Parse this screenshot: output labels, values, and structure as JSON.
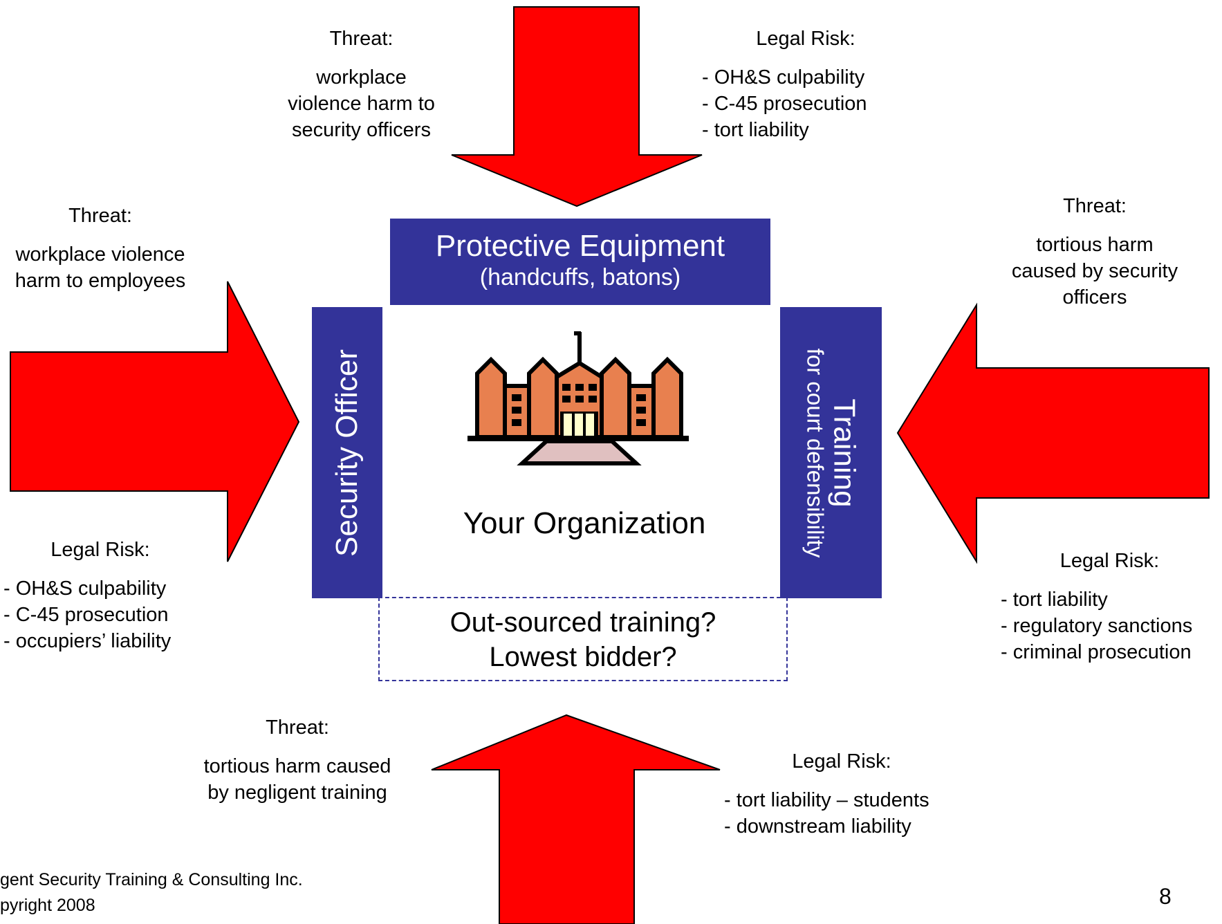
{
  "top": {
    "threat_heading": "Threat:",
    "threat_lines": [
      "workplace",
      "violence harm to",
      "security officers"
    ],
    "risk_heading": "Legal Risk:",
    "risk_lines": [
      "- OH&S culpability",
      "- C-45 prosecution",
      "- tort liability"
    ]
  },
  "left": {
    "threat_heading": "Threat:",
    "threat_lines": [
      "workplace violence",
      "harm to employees"
    ],
    "risk_heading": "Legal Risk:",
    "risk_lines": [
      "- OH&S culpability",
      "- C-45 prosecution",
      "- occupiers’ liability"
    ]
  },
  "right": {
    "threat_heading": "Threat:",
    "threat_lines": [
      "tortious harm",
      "caused by security",
      "officers"
    ],
    "risk_heading": "Legal Risk:",
    "risk_lines": [
      "- tort liability",
      "- regulatory sanctions",
      "- criminal prosecution"
    ]
  },
  "bottom": {
    "threat_heading": "Threat:",
    "threat_lines": [
      "tortious harm caused",
      "by negligent training"
    ],
    "risk_heading": "Legal Risk:",
    "risk_lines": [
      "- tort liability – students",
      "- downstream liability"
    ]
  },
  "center": {
    "equipment_title": "Protective Equipment",
    "equipment_sub": "(handcuffs, batons)",
    "security_officer": "Security Officer",
    "training_title": "Training",
    "training_sub": "for court defensibility",
    "organization": "Your Organization",
    "outsourced_line1": "Out-sourced training?",
    "outsourced_line2": "Lowest bidder?"
  },
  "footer": {
    "company": "gent Security Training & Consulting Inc.",
    "copyright": "pyright  2008",
    "page_number": "8"
  },
  "colors": {
    "arrow_red": "#ff0000",
    "box_blue": "#333399",
    "dashed_border": "#333399",
    "building_orange": "#e8804f",
    "building_window_yellow": "#ffffcc",
    "building_steps": "#e0c0c0"
  },
  "icons": {
    "organization": "building-icon"
  }
}
